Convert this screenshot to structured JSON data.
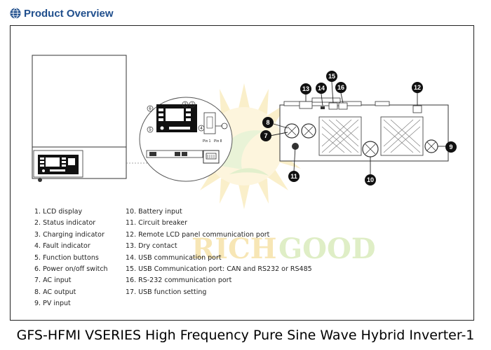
{
  "header": {
    "title": "Product Overview",
    "icon": "globe-icon",
    "title_color": "#1f4e8c"
  },
  "watermark": {
    "text_part1": "RICH",
    "text_part2": "GOOD",
    "colors": [
      "#f2d27a",
      "#cfe6a8"
    ]
  },
  "callouts": {
    "status_leds_panel": [
      "6",
      "3",
      "2",
      "4",
      "5"
    ],
    "main": [
      "8",
      "7",
      "11",
      "10",
      "9",
      "12",
      "13",
      "14",
      "15",
      "16"
    ],
    "pin_labels": [
      "Pin 1",
      "Pin 8"
    ]
  },
  "legend": {
    "left": [
      "1. LCD display",
      "2. Status indicator",
      "3. Charging indicator",
      "4. Fault indicator",
      "5. Function buttons",
      "6. Power on/off switch",
      "7. AC input",
      "8. AC output",
      "9. PV input"
    ],
    "right": [
      "10. Battery input",
      "11. Circuit breaker",
      "12. Remote LCD panel communication port",
      "13. Dry contact",
      "14. USB communication port",
      "15. USB Communication port: CAN and RS232 or RS485",
      "16. RS-232 communication port",
      "17. USB function setting"
    ]
  },
  "caption": "GFS-HFMI VSERIES High Frequency Pure Sine Wave Hybrid Inverter-1"
}
